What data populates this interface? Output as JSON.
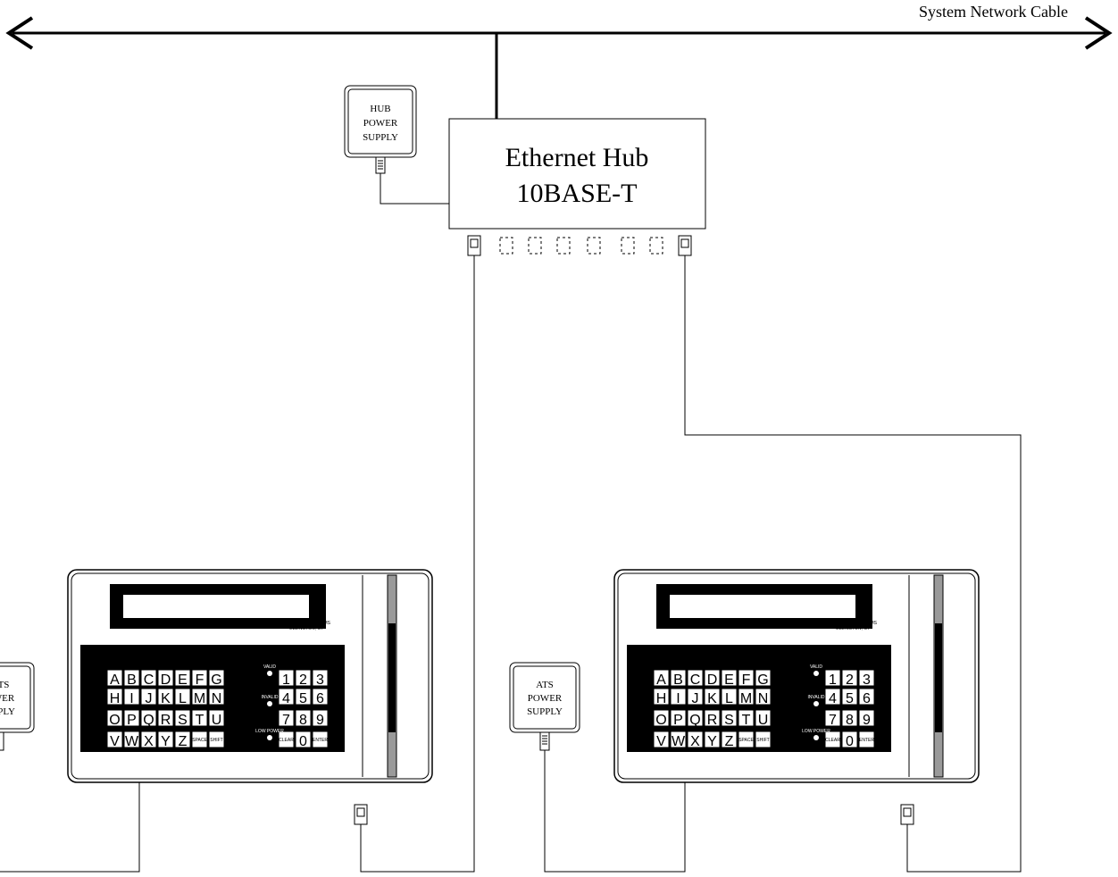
{
  "network": {
    "cable_label": "System Network Cable"
  },
  "hub": {
    "title_line1": "Ethernet Hub",
    "title_line2": "10BASE-T"
  },
  "hub_power_supply": {
    "line1": "HUB",
    "line2": "POWER",
    "line3": "SUPPLY"
  },
  "ats_power_supply": {
    "line1": "ATS",
    "line2": "POWER",
    "line3": "SUPPLY"
  },
  "left_psu_partial": {
    "line1": "TS",
    "line2": "WER",
    "line3": "PPLY"
  },
  "terminal": {
    "brand_line1": "ACCU-TIME SYSTEMS",
    "brand_line2": "ELLINGTON, CT",
    "letter_rows": [
      [
        "A",
        "B",
        "C",
        "D",
        "E",
        "F",
        "G"
      ],
      [
        "H",
        "I",
        "J",
        "K",
        "L",
        "M",
        "N"
      ],
      [
        "O",
        "P",
        "Q",
        "R",
        "S",
        "T",
        "U"
      ],
      [
        "V",
        "W",
        "X",
        "Y",
        "Z",
        "SPACE",
        "SHIFT"
      ]
    ],
    "number_rows": [
      [
        "1",
        "2",
        "3"
      ],
      [
        "4",
        "5",
        "6"
      ],
      [
        "7",
        "8",
        "9"
      ],
      [
        "CLEAR",
        "0",
        "ENTER"
      ]
    ],
    "indicators": [
      "VALID",
      "INVALID",
      "LOW POWER"
    ]
  },
  "colors": {
    "line": "#000000",
    "keypad_bg": "#000000",
    "key_bg": "#ffffff",
    "card_slot": "#9a9a9a"
  }
}
